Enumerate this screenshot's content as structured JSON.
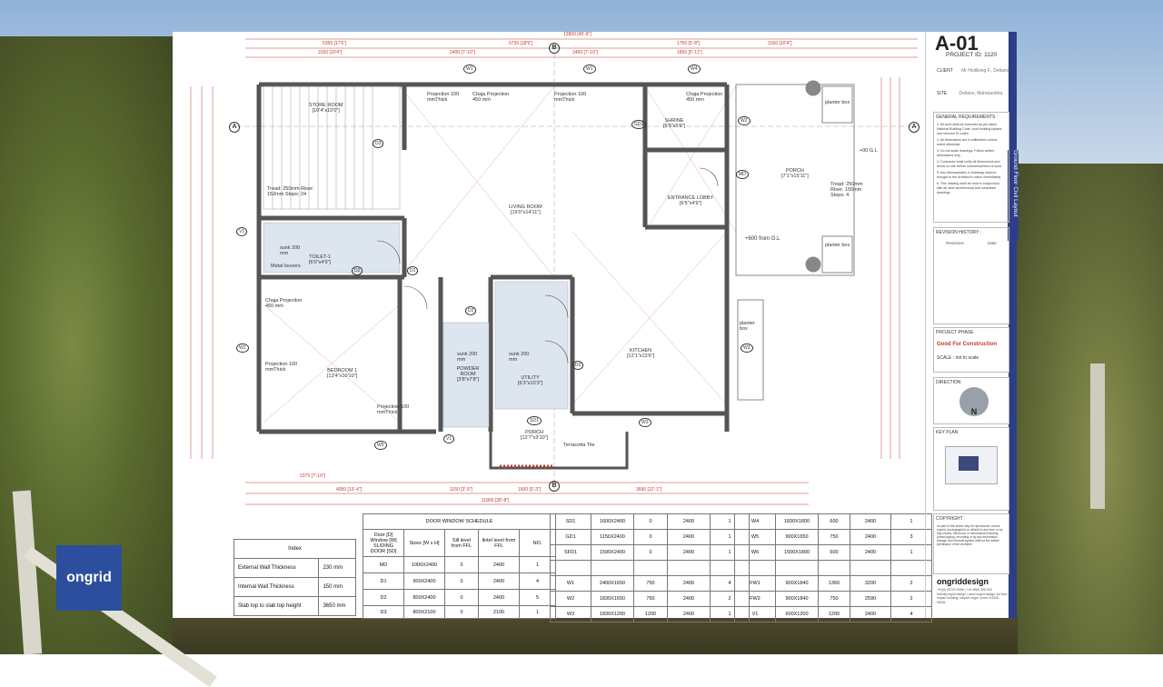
{
  "sheet": {
    "number": "A-01",
    "project_id": "PROJECT ID: 1120",
    "client_label": "CLIENT",
    "client_value": "Mr Hodkong F., Deliano",
    "site_label": "SITE",
    "site_value": "Deliano, Maharashtra",
    "side_title": "Ground Floor Civil Layout",
    "general_requirements_title": "GENERAL REQUIREMENTS :",
    "general_requirements": [
      "1. All work shall be executed as per latest National Building Code, local building bylaws, and relevant IS codes.",
      "2. All dimensions are in millimeters unless noted otherwise.",
      "3. Do not scale drawings. Follow written dimensions only.",
      "4. Contractor shall verify all dimensions and levels on site before commencement of work.",
      "5. Any discrepancies in drawings shall be brought to the Architect's notice immediately.",
      "6. This drawing shall be read in conjunction with all other architectural and consultant drawings."
    ],
    "revision_title": "REVISION HISTORY :",
    "revision_cols": [
      "Revisions",
      "Date"
    ],
    "phase_label": "PROJECT PHASE",
    "phase_value": "Good For Construction",
    "scale_text": "SCALE : not to scale",
    "direction_label": "DIRECTION",
    "north": "N",
    "keyplan_label": "KEY PLAN",
    "copyright_title": "COPYRIGHT :",
    "copyright_text": "no part of this sheet may be reproduced, traced, copied, photographed or utilized in any form or by any means, electronic or mechanical including photocopying, recording or by any information storage and retrieval system without the written permission of the Architect",
    "firm_logo": "ongriddesign",
    "firm_contact": "+91(0) 90723 9096 | +91 8369 398 093",
    "firm_address": "hello@ongrid.design | www.ongrid.design 1st floor, shyam building, kalyani nagar, pune 411006, INDIA."
  },
  "brand": {
    "logo": "ongrid"
  },
  "plan": {
    "rooms": [
      {
        "name": "STORE ROOM",
        "size": "[10'4\"x10'0\"]"
      },
      {
        "name": "LIVING ROOM",
        "size": "[19'0\"x14'11\"]"
      },
      {
        "name": "SHRINE",
        "size": "[5'9\"x5'9\"]"
      },
      {
        "name": "ENTRANCE LOBBY",
        "size": "[6'5\"x4'9\"]"
      },
      {
        "name": "PORCH",
        "size": "[7'1\"x15'11\"]"
      },
      {
        "name": "TOILET-1",
        "size": "[6'0\"x4'9\"]"
      },
      {
        "name": "BEDROOM 1",
        "size": "[13'4\"x10'10\"]"
      },
      {
        "name": "POWDER ROOM",
        "size": "[3'8\"x7'8\"]"
      },
      {
        "name": "UTILITY",
        "size": "[6'3\"x10'3\"]"
      },
      {
        "name": "KITCHEN",
        "size": "[12'1\"x13'6\"]"
      },
      {
        "name": "PORCH",
        "size": "[12'7\"x3'10\"]"
      }
    ],
    "notes": {
      "sunk1": "sunk 200 mm",
      "sunk2": "sunk 200 mm",
      "sunk3": "sunk 200 mm",
      "metal_louvers": "Metal louvers",
      "chaja1": "Chaja Projection 450 mm",
      "chaja2": "Chaja Projection 450 mm",
      "chaja3": "Chaja Projection 450 mm",
      "proj1": "Projection 100 mmThick",
      "proj2": "Projection 100 mmThick",
      "proj3": "Projection 100 mmThick",
      "proj4": "Projection 100 mmThick",
      "stair": "Tread: 250mm Riser: 152mm Steps: 24",
      "stair2": "Tread: 250mm Riser: 150mm Steps: 4",
      "level1": "+00 G.L",
      "level2": "+600 from G.L",
      "planter1": "planter box",
      "planter2": "planter box",
      "planter3": "planter box",
      "terracotta": "Terracotta Tile"
    },
    "tags": [
      "D3",
      "D1",
      "D2",
      "D2",
      "D2",
      "W1",
      "W1",
      "W4",
      "W2",
      "W2",
      "W3",
      "W3",
      "W5",
      "V1",
      "V1",
      "GD1",
      "SD1",
      "MD"
    ],
    "grid": [
      "A",
      "A",
      "B",
      "B"
    ],
    "top_dims": [
      "12800 [45'-8\"]",
      "5355 [17'6\"]",
      "5730 [18'9\"]",
      "1750 [5'-8\"]",
      "3160 [10'4\"]",
      "3150 [10'4\"]",
      "2400 [7'-10\"]",
      "2400 [7'-10\"]",
      "1800 [5'-11\"]"
    ],
    "bottom_dims": [
      "11800 [38'-8\"]",
      "4050 [13'-4\"]",
      "3690 [12'-1\"]",
      "2375 [7'-10\"]",
      "1150 [3'-9\"]",
      "1600 [5'-3\"]"
    ]
  },
  "index_table": {
    "title": "Index",
    "rows": [
      {
        "label": "External Wall Thickness",
        "value": "230 mm"
      },
      {
        "label": "Internal Wall Thickness",
        "value": "150 mm"
      },
      {
        "label": "Slab top to slab top height",
        "value": "3650 mm"
      }
    ]
  },
  "schedule": {
    "title": "DOOR WINDOW SCHEDULE",
    "headers": [
      "Door [D] Window [W] SLIDING DOOR [SD]",
      "Sizes [W x H]",
      "Sill level from FFL",
      "lintel level from FFL",
      "NO."
    ],
    "rows": [
      [
        "MD",
        "1000X2400",
        "0",
        "2400",
        "1"
      ],
      [
        "D1",
        "900X2400",
        "0",
        "2400",
        "4"
      ],
      [
        "D2",
        "800X2400",
        "0",
        "2400",
        "5"
      ],
      [
        "D3",
        "800X2100",
        "0",
        "2100",
        "1"
      ]
    ],
    "rows2": [
      [
        "SD1",
        "1600X2400",
        "0",
        "2400",
        "1"
      ],
      [
        "GD1",
        "1150X2400",
        "0",
        "2400",
        "1"
      ],
      [
        "SFD1",
        "1590X2400",
        "0",
        "2400",
        "1"
      ],
      [
        "",
        "",
        "",
        "",
        ""
      ],
      [
        "W1",
        "2400X1650",
        "750",
        "2400",
        "4"
      ],
      [
        "W2",
        "1830X1650",
        "750",
        "2400",
        "2"
      ],
      [
        "W3",
        "1830X1200",
        "1200",
        "2400",
        "1"
      ]
    ],
    "rows3": [
      [
        "W4",
        "1830X1800",
        "600",
        "2400",
        "1"
      ],
      [
        "W5",
        "900X1650",
        "750",
        "2400",
        "3"
      ],
      [
        "W6",
        "1500X1800",
        "600",
        "2400",
        "1"
      ],
      [
        "",
        "",
        "",
        "",
        ""
      ],
      [
        "FW1",
        "900X1840",
        "1360",
        "3200",
        "2"
      ],
      [
        "FW2",
        "900X1840",
        "750",
        "2590",
        "2"
      ],
      [
        "V1",
        "600X1200",
        "1200",
        "2400",
        "4"
      ]
    ]
  },
  "colors": {
    "accent": "#2c3f86",
    "dimension": "#c0392b",
    "wall": "#555555",
    "brand": "#2b4f9c"
  }
}
